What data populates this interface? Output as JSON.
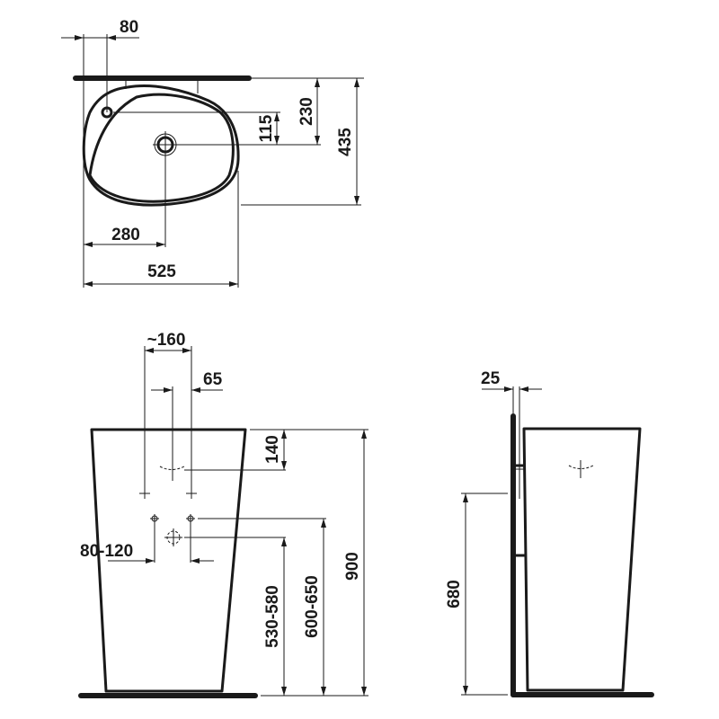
{
  "top_view": {
    "tap_offset": "80",
    "tap_to_drain": "115",
    "wall_to_drain": "230",
    "depth": "435",
    "drain_from_left": "280",
    "width": "525"
  },
  "front_view": {
    "tap_holes_spacing": "~160",
    "overflow_offset": "65",
    "overflow_from_top": "140",
    "supply_spacing": "80-120",
    "waste_height": "530-580",
    "supply_height": "600-650",
    "total_height": "900"
  },
  "side_view": {
    "wall_gap": "25",
    "fixing_height": "680"
  },
  "colors": {
    "line": "#1a1a1a",
    "background": "#ffffff"
  }
}
